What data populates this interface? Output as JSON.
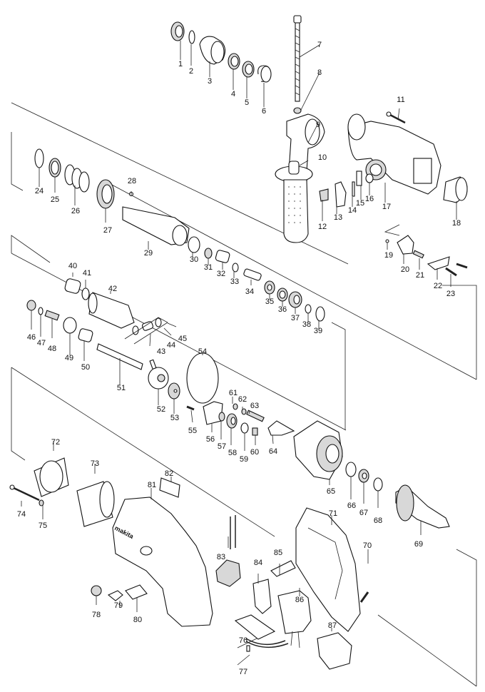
{
  "diagram": {
    "title": "Exploded parts view",
    "brand_text": "makita",
    "parts": [
      {
        "n": "1"
      },
      {
        "n": "2"
      },
      {
        "n": "3"
      },
      {
        "n": "4"
      },
      {
        "n": "5"
      },
      {
        "n": "6"
      },
      {
        "n": "7"
      },
      {
        "n": "8"
      },
      {
        "n": "9"
      },
      {
        "n": "10"
      },
      {
        "n": "11"
      },
      {
        "n": "12"
      },
      {
        "n": "13"
      },
      {
        "n": "14"
      },
      {
        "n": "15"
      },
      {
        "n": "16"
      },
      {
        "n": "17"
      },
      {
        "n": "18"
      },
      {
        "n": "19"
      },
      {
        "n": "20"
      },
      {
        "n": "21"
      },
      {
        "n": "22"
      },
      {
        "n": "23"
      },
      {
        "n": "24"
      },
      {
        "n": "25"
      },
      {
        "n": "26"
      },
      {
        "n": "27"
      },
      {
        "n": "28"
      },
      {
        "n": "29"
      },
      {
        "n": "30"
      },
      {
        "n": "31"
      },
      {
        "n": "32"
      },
      {
        "n": "33"
      },
      {
        "n": "34"
      },
      {
        "n": "35"
      },
      {
        "n": "36"
      },
      {
        "n": "37"
      },
      {
        "n": "38"
      },
      {
        "n": "39"
      },
      {
        "n": "40"
      },
      {
        "n": "41"
      },
      {
        "n": "42"
      },
      {
        "n": "43"
      },
      {
        "n": "44"
      },
      {
        "n": "45"
      },
      {
        "n": "46"
      },
      {
        "n": "47"
      },
      {
        "n": "48"
      },
      {
        "n": "49"
      },
      {
        "n": "50"
      },
      {
        "n": "51"
      },
      {
        "n": "52"
      },
      {
        "n": "53"
      },
      {
        "n": "54"
      },
      {
        "n": "55"
      },
      {
        "n": "56"
      },
      {
        "n": "57"
      },
      {
        "n": "58"
      },
      {
        "n": "59"
      },
      {
        "n": "60"
      },
      {
        "n": "61"
      },
      {
        "n": "62"
      },
      {
        "n": "63"
      },
      {
        "n": "64"
      },
      {
        "n": "65"
      },
      {
        "n": "66"
      },
      {
        "n": "67"
      },
      {
        "n": "68"
      },
      {
        "n": "69"
      },
      {
        "n": "70"
      },
      {
        "n": "71"
      },
      {
        "n": "72"
      },
      {
        "n": "73"
      },
      {
        "n": "74"
      },
      {
        "n": "75"
      },
      {
        "n": "76"
      },
      {
        "n": "77"
      },
      {
        "n": "78"
      },
      {
        "n": "79"
      },
      {
        "n": "80"
      },
      {
        "n": "81"
      },
      {
        "n": "82"
      },
      {
        "n": "83"
      },
      {
        "n": "84"
      },
      {
        "n": "85"
      },
      {
        "n": "86"
      },
      {
        "n": "87"
      }
    ]
  }
}
